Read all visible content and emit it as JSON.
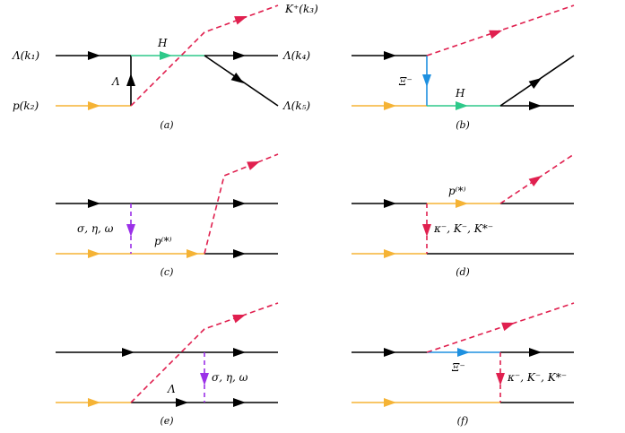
{
  "colors": {
    "black": "#000000",
    "orange": "#f5b335",
    "green": "#2ec98a",
    "crimson": "#e0204f",
    "blue": "#1e90e0",
    "purple": "#9b30e8"
  },
  "panels": [
    {
      "caption": "(a)",
      "labels": {
        "lambda_k1": "Λ(k₁)",
        "p_k2": "p(k₂)",
        "exchange_lambda": "Λ",
        "H": "H",
        "K_plus_k3": "K⁺(k₃)",
        "lambda_k4": "Λ(k₄)",
        "lambda_k5": "Λ(k₅)"
      }
    },
    {
      "caption": "(b)",
      "labels": {
        "xi_minus": "Ξ⁻",
        "H": "H"
      }
    },
    {
      "caption": "(c)",
      "labels": {
        "mesons": "σ, η, ω",
        "p_star": "p⁽*⁾"
      }
    },
    {
      "caption": "(d)",
      "labels": {
        "p_star": "p⁽*⁾",
        "mesons": "κ⁻, K⁻, K*⁻"
      }
    },
    {
      "caption": "(e)",
      "labels": {
        "mesons": "σ, η, ω",
        "lambda": "Λ"
      }
    },
    {
      "caption": "(f)",
      "labels": {
        "xi_minus": "Ξ⁻",
        "mesons": "κ⁻, K⁻, K*⁻"
      }
    }
  ]
}
